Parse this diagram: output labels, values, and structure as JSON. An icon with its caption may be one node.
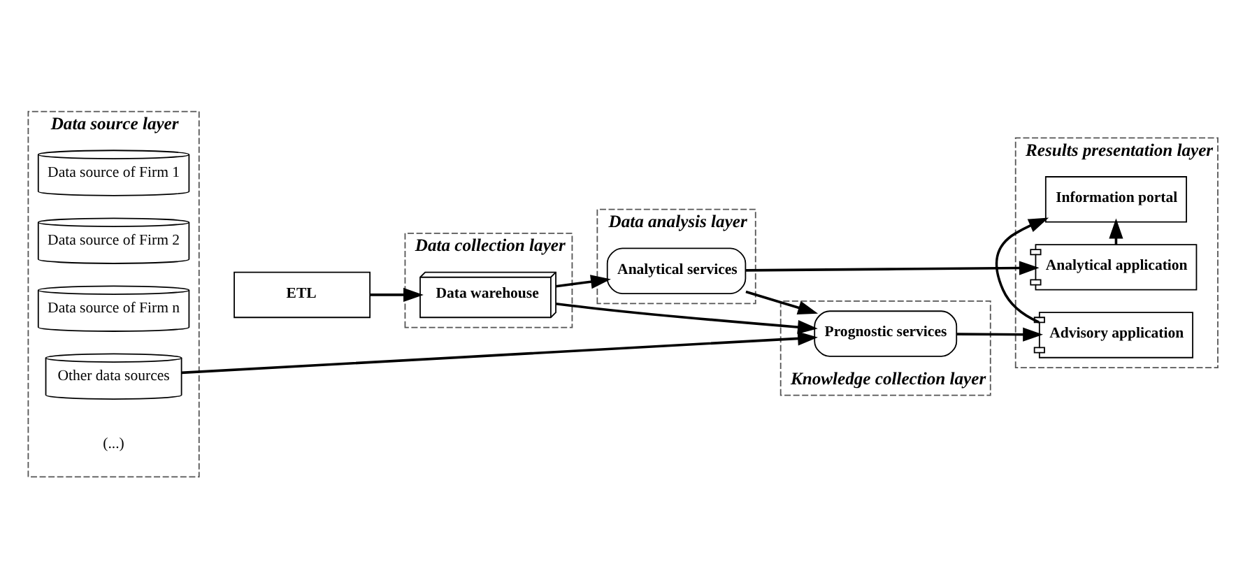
{
  "diagram": {
    "nodes": [
      {
        "text": [
          "Data source layer"
        ]
      },
      {
        "text": [
          "Data source of Firm 1"
        ],
        "in": 0
      },
      {
        "text": [
          "Data source of Firm 2"
        ],
        "in": 0
      },
      {
        "text": [
          "Data source of Firm n"
        ],
        "in": 0
      },
      {
        "text": [
          "Other data sources"
        ],
        "in": 0
      },
      {
        "text": [
          "Data collection layer"
        ]
      },
      {
        "text": [
          "ETL"
        ]
      },
      {
        "text": [
          "Data warehouse"
        ],
        "in": 5
      },
      {
        "text": [
          "Data analysis layer"
        ]
      },
      {
        "text": [
          "Analytical services"
        ],
        "in": 8
      },
      {
        "text": [
          "Knowledge collection layer"
        ]
      },
      {
        "text": [
          "Prognostic services"
        ],
        "in": 10
      },
      {
        "text": [
          "Results presentation layer"
        ]
      },
      {
        "text": [
          "Analytical application"
        ],
        "in": 12
      },
      {
        "text": [
          "Information portal"
        ],
        "in": 12
      },
      {
        "text": [
          "Advisory application"
        ],
        "in": 12
      }
    ],
    "edges": [
      {
        "from": 6,
        "to": 7,
        "arrow": "to"
      },
      {
        "from": 4,
        "to": 11,
        "arrow": "to"
      },
      {
        "from": 7,
        "to": 9,
        "arrow": "to"
      },
      {
        "from": 7,
        "to": 11,
        "arrow": "to"
      },
      {
        "from": 9,
        "to": 11,
        "arrow": "to"
      },
      {
        "from": 9,
        "to": 13,
        "arrow": "to"
      },
      {
        "from": 11,
        "to": 15,
        "arrow": "to"
      },
      {
        "from": 13,
        "to": 14,
        "arrow": "to"
      },
      {
        "from": 15,
        "to": 14,
        "arrow": "to"
      }
    ],
    "labels": [
      "(...)"
    ]
  }
}
